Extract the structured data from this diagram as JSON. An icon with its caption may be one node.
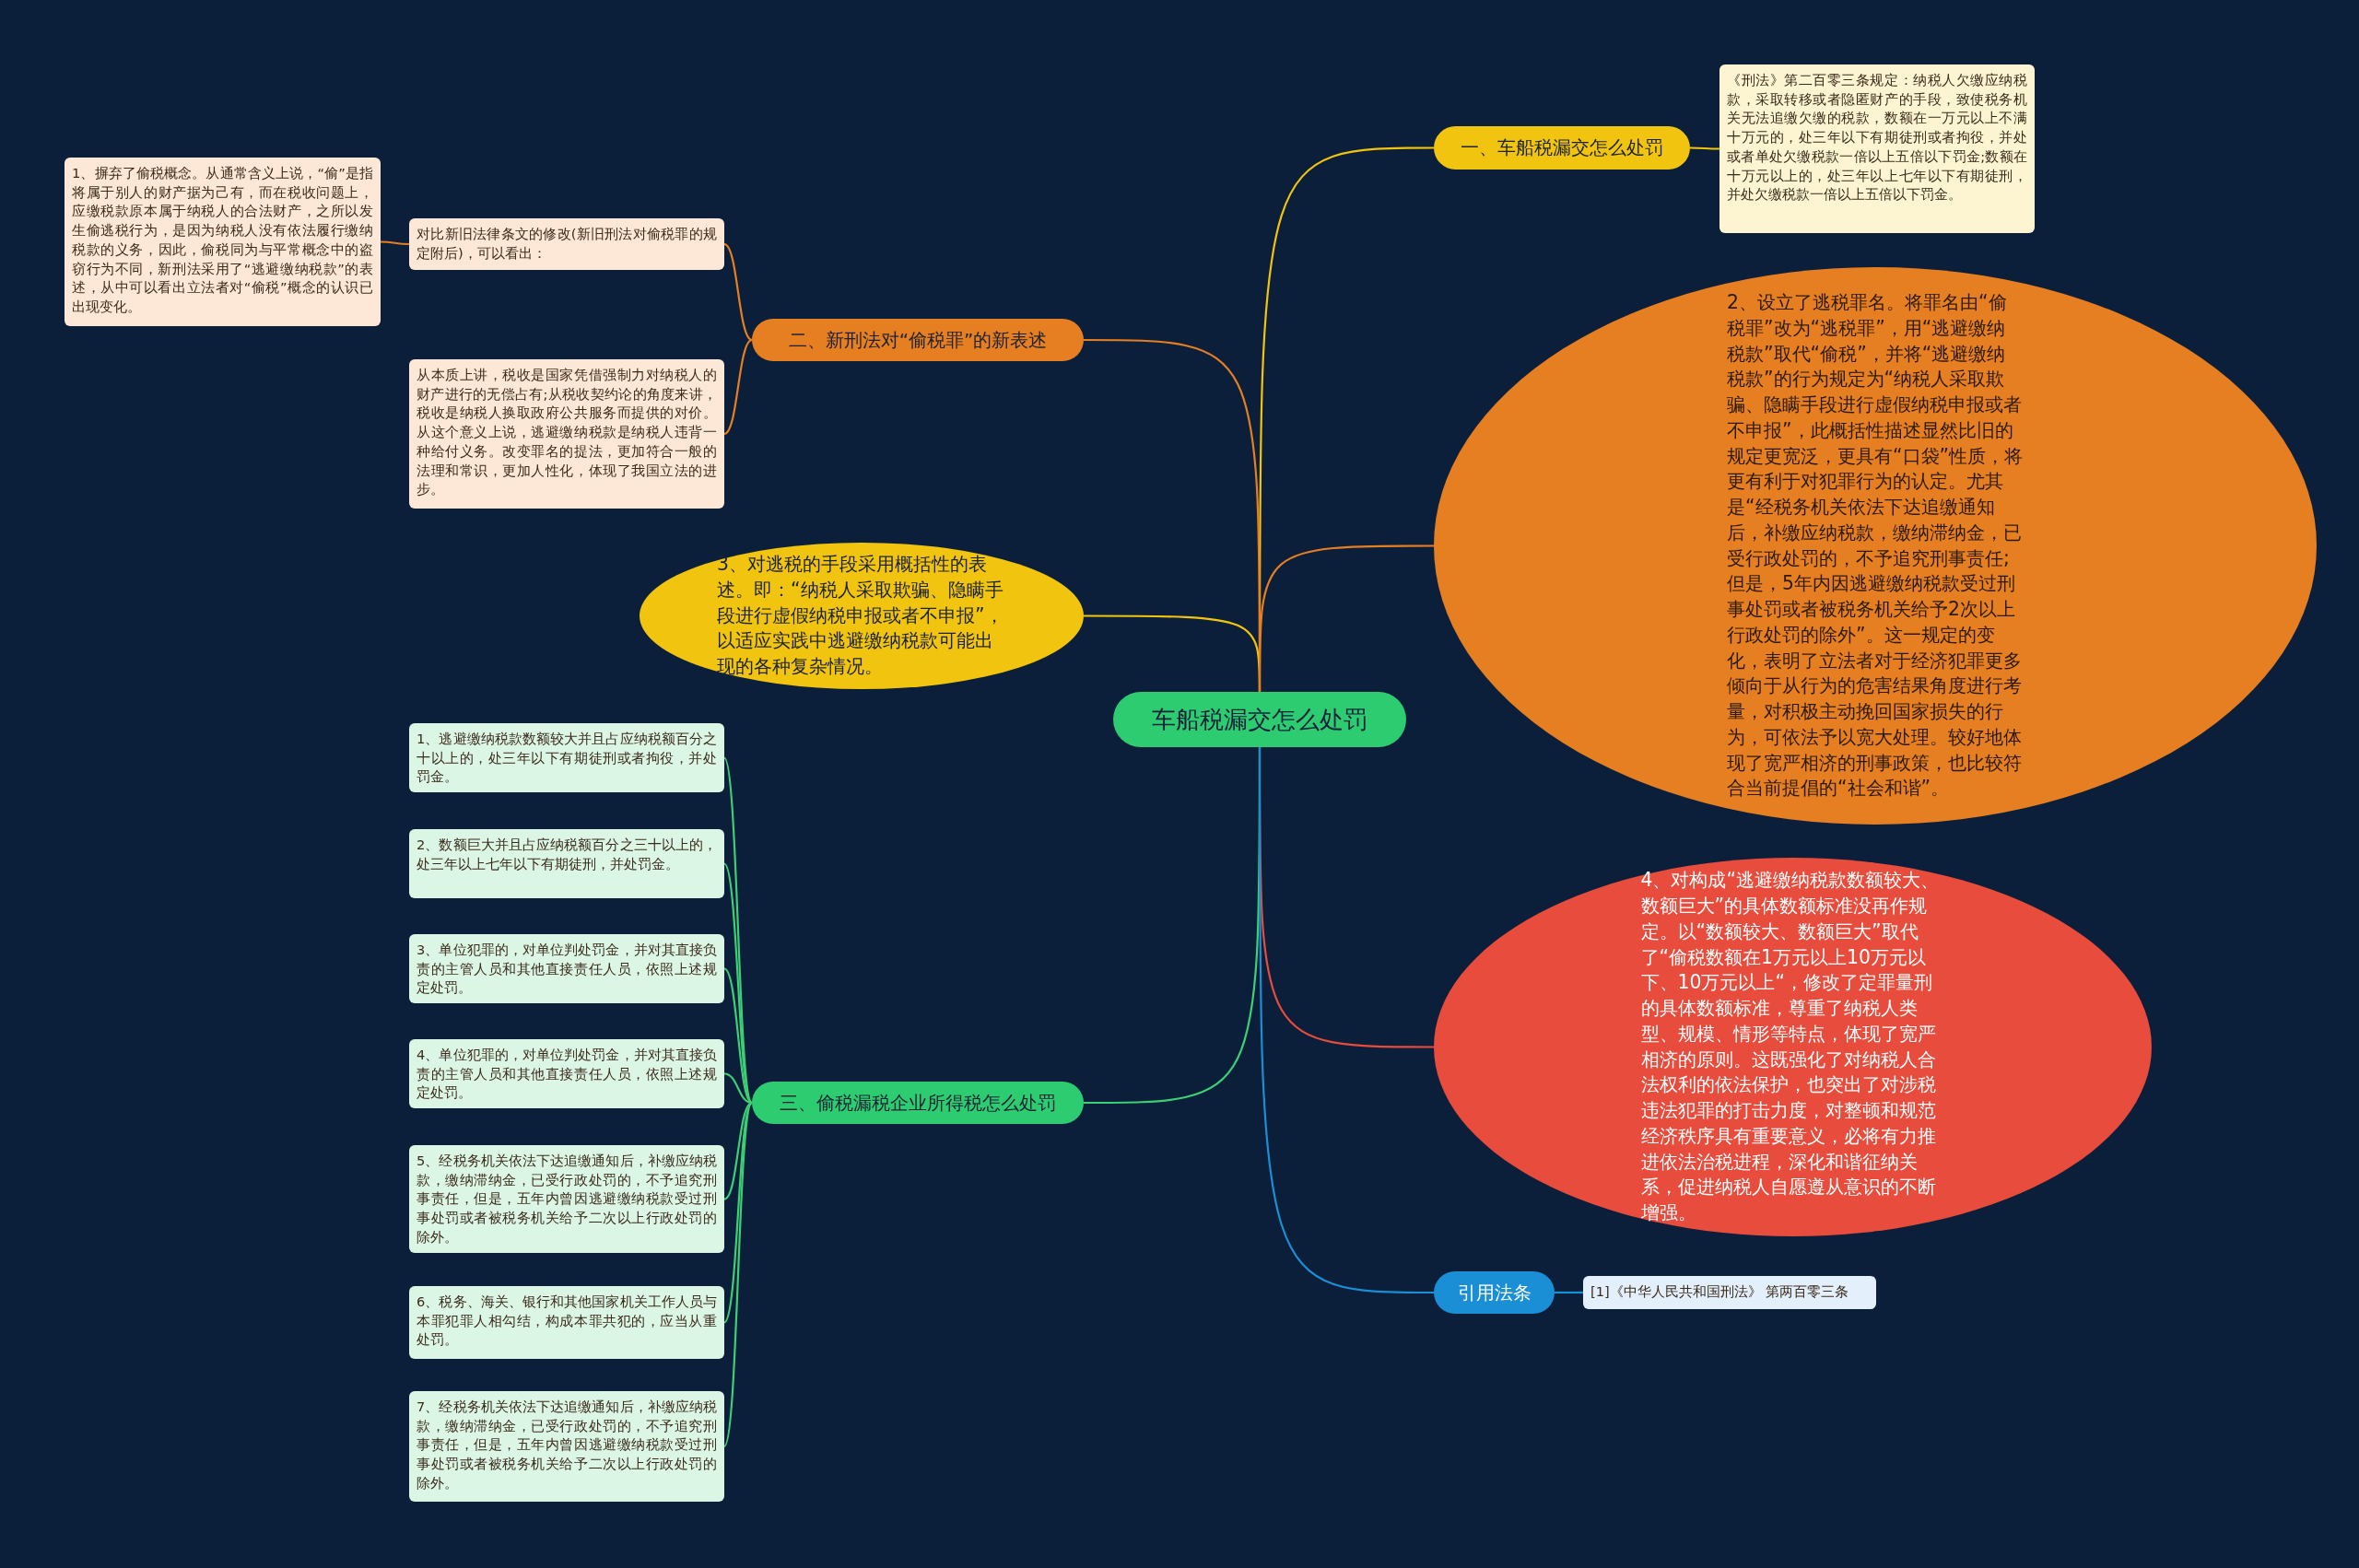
{
  "diagram": {
    "nodes": [
      {
        "text": [
          "车船税漏交怎么处罚"
        ]
      },
      {
        "text": [
          "一、车船税漏交怎么处罚"
        ]
      },
      {
        "text": [
          "《刑法》第二百零三条规定：纳税人欠缴应纳税款，采取转移或者隐匿财产的手段，致使税务机关无法追缴欠缴的税款，数额在一万元以上不满十万元的，处三年以下有期徒刑或者拘役，并处或者单处欠缴税款一倍以上五倍以下罚金;数额在十万元以上的，处三年以上七年以下有期徒刑，并处欠缴税款一倍以上五倍以下罚金。"
        ]
      },
      {
        "text": [
          "二、新刑法对“偷税罪”的新表述"
        ]
      },
      {
        "text": [
          "对比新旧法律条文的修改(新旧刑法对偷税罪的规定附后)，可以看出："
        ]
      },
      {
        "text": [
          "1、摒弃了偷税概念。从通常含义上说，“偷”是指将属于别人的财产据为己有，而在税收问题上，应缴税款原本属于纳税人的合法财产，之所以发生偷逃税行为，是因为纳税人没有依法履行缴纳税款的义务，因此，偷税同为与平常概念中的盗窃行为不同，新刑法采用了“逃避缴纳税款”的表述，从中可以看出立法者对“偷税”概念的认识已出现变化。"
        ]
      },
      {
        "text": [
          "从本质上讲，税收是国家凭借强制力对纳税人的财产进行的无偿占有;从税收契约论的角度来讲，税收是纳税人换取政府公共服务而提供的对价。从这个意义上说，逃避缴纳税款是纳税人违背一种给付义务。改变罪名的提法，更加符合一般的法理和常识，更加人性化，体现了我国立法的进步。"
        ]
      },
      {
        "text": [
          "3、对逃税的手段采用概括性的表述。即：“纳税人采取欺骗、隐瞒手段进行虚假纳税申报或者不申报”，以适应实践中逃避缴纳税款可能出现的各种复杂情况。"
        ]
      },
      {
        "text": [
          "2、设立了逃税罪名。将罪名由“偷税罪”改为“逃税罪”，用“逃避缴纳税款”取代“偷税”，并将“逃避缴纳税款”的行为规定为“纳税人采取欺骗、隐瞒手段进行虚假纳税申报或者不申报”，此概括性描述显然比旧的规定更宽泛，更具有“口袋”性质，将更有利于对犯罪行为的认定。尤其是“经税务机关依法下达追缴通知后，补缴应纳税款，缴纳滞纳金，已受行政处罚的，不予追究刑事责任;但是，5年内因逃避缴纳税款受过刑事处罚或者被税务机关给予2次以上行政处罚的除外”。这一规定的变化，表明了立法者对于经济犯罪更多倾向于从行为的危害结果角度进行考量，对积极主动挽回国家损失的行为，可依法予以宽大处理。较好地体现了宽严相济的刑事政策，也比较符合当前提倡的“社会和谐”。"
        ]
      },
      {
        "text": [
          "4、对构成“逃避缴纳税款数额较大、数额巨大”的具体数额标准没再作规定。以“数额较大、数额巨大”取代了“偷税数额在1万元以上10万元以下、10万元以上“，修改了定罪量刑的具体数额标准，尊重了纳税人类型、规模、情形等特点，体现了宽严相济的原则。这既强化了对纳税人合法权利的依法保护，也突出了对涉税违法犯罪的打击力度，对整顿和规范经济秩序具有重要意义，必将有力推进依法治税进程，深化和谐征纳关系，促进纳税人自愿遵从意识的不断增强。"
        ]
      },
      {
        "text": [
          "三、偷税漏税企业所得税怎么处罚"
        ]
      },
      {
        "text": [
          "1、逃避缴纳税款数额较大并且占应纳税额百分之十以上的，处三年以下有期徒刑或者拘役，并处罚金。"
        ]
      },
      {
        "text": [
          "2、数额巨大并且占应纳税额百分之三十以上的，处三年以上七年以下有期徒刑，并处罚金。"
        ]
      },
      {
        "text": [
          "3、单位犯罪的，对单位判处罚金，并对其直接负责的主管人员和其他直接责任人员，依照上述规定处罚。"
        ]
      },
      {
        "text": [
          "4、单位犯罪的，对单位判处罚金，并对其直接负责的主管人员和其他直接责任人员，依照上述规定处罚。"
        ]
      },
      {
        "text": [
          "5、经税务机关依法下达追缴通知后，补缴应纳税款，缴纳滞纳金，已受行政处罚的，不予追究刑事责任，但是，五年内曾因逃避缴纳税款受过刑事处罚或者被税务机关给予二次以上行政处罚的除外。"
        ]
      },
      {
        "text": [
          "6、税务、海关、银行和其他国家机关工作人员与本罪犯罪人相勾结，构成本罪共犯的，应当从重处罚。"
        ]
      },
      {
        "text": [
          "7、经税务机关依法下达追缴通知后，补缴应纳税款，缴纳滞纳金，已受行政处罚的，不予追究刑事责任，但是，五年内曾因逃避缴纳税款受过刑事处罚或者被税务机关给予二次以上行政处罚的除外。"
        ]
      },
      {
        "text": [
          "引用法条"
        ]
      },
      {
        "text": [
          "[1]《中华人民共和国刑法》 第两百零三条"
        ]
      }
    ],
    "edges": [
      {
        "from": 0,
        "to": 1,
        "arrow": "none",
        "color": "#f1c40f"
      },
      {
        "from": 1,
        "to": 2,
        "arrow": "none",
        "color": "#f1c40f"
      },
      {
        "from": 0,
        "to": 3,
        "arrow": "none",
        "color": "#e67e22"
      },
      {
        "from": 3,
        "to": 4,
        "arrow": "none",
        "color": "#e67e22"
      },
      {
        "from": 4,
        "to": 5,
        "arrow": "none",
        "color": "#e67e22"
      },
      {
        "from": 3,
        "to": 6,
        "arrow": "none",
        "color": "#e67e22"
      },
      {
        "from": 0,
        "to": 7,
        "arrow": "none",
        "color": "#f1c40f"
      },
      {
        "from": 0,
        "to": 8,
        "arrow": "none",
        "color": "#e67e22"
      },
      {
        "from": 0,
        "to": 9,
        "arrow": "none",
        "color": "#e74c3c"
      },
      {
        "from": 0,
        "to": 10,
        "arrow": "none"
      },
      {
        "from": 10,
        "to": 11,
        "arrow": "none"
      },
      {
        "from": 10,
        "to": 12,
        "arrow": "none"
      },
      {
        "from": 10,
        "to": 13,
        "arrow": "none"
      },
      {
        "from": 10,
        "to": 14,
        "arrow": "none"
      },
      {
        "from": 10,
        "to": 15,
        "arrow": "none"
      },
      {
        "from": 10,
        "to": 16,
        "arrow": "none"
      },
      {
        "from": 10,
        "to": 17,
        "arrow": "none"
      },
      {
        "from": 0,
        "to": 18,
        "arrow": "none",
        "color": "#1a8fd6"
      },
      {
        "from": 18,
        "to": 19,
        "arrow": "none",
        "color": "#1a8fd6"
      }
    ]
  }
}
